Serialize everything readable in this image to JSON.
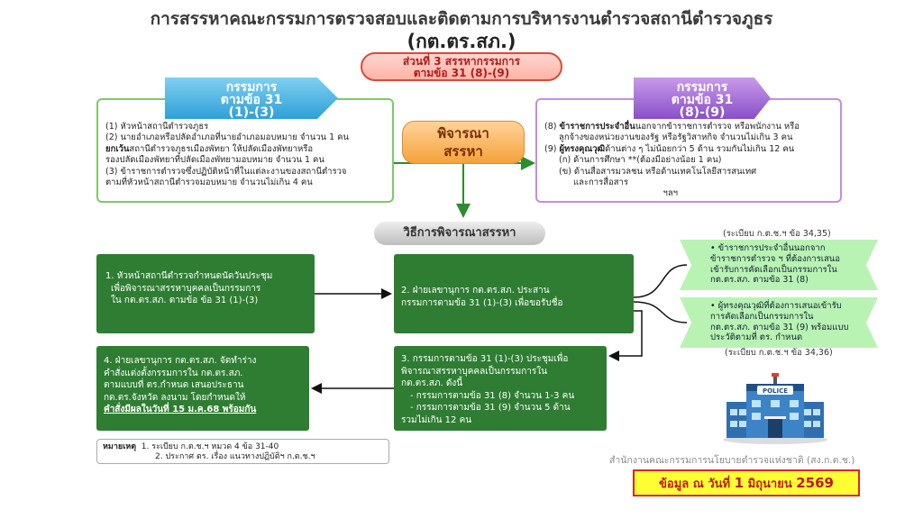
{
  "title": {
    "line1": "การสรรหาคณะกรรมการตรวจสอบและติดตามการบริหารงานตำรวจสถานีตำรวจภูธร",
    "line2": "(กต.ตร.สภ.)"
  },
  "section_pill": {
    "line1": "ส่วนที่ 3 สรรหากรรมการ",
    "line2": "ตามข้อ 31 (8)-(9)"
  },
  "left_header": {
    "line1": "กรรมการ",
    "line2": "ตามข้อ 31",
    "line3": "(1)-(3)"
  },
  "right_header": {
    "line1": "กรรมการ",
    "line2": "ตามข้อ 31",
    "line3": "(8)-(9)"
  },
  "left_box": {
    "l1": "(1) หัวหน้าสถานีตำรวจภูธร",
    "l2": "(2) นายอำเภอหรือปลัดอำเภอที่นายอำเภอมอบหมาย จำนวน 1 คน",
    "l3_bold": "ยกเว้น",
    "l3": "สถานีตำรวจภูธรเมืองพัทยา ให้ปลัดเมืองพัทยาหรือ",
    "l4": "รองปลัดเมืองพัทยาที่ปลัดเมืองพัทยามอบหมาย จำนวน 1 คน",
    "l5": "(3) ข้าราชการตำรวจซึ่งปฏิบัติหน้าที่ในแต่ละงานของสถานีตำรวจ",
    "l6": "ตามที่หัวหน้าสถานีตำรวจมอบหมาย จำนวนไม่เกิน 4 คน"
  },
  "right_box": {
    "l1_pre": "(8) ",
    "l1_bold": "ข้าราชการประจำอื่น",
    "l1": "นอกจากข้าราชการตำรวจ หรือพนักงาน หรือ",
    "l2": "ลูกจ้างของหน่วยงานของรัฐ หรือรัฐวิสาหกิจ จำนวนไม่เกิน 3 คน",
    "l3_pre": "(9) ",
    "l3_bold": "ผู้ทรงคุณวุฒิ",
    "l3": "ด้านต่าง ๆ ไม่น้อยกว่า 5 ด้าน รวมกันไม่เกิน 12 คน",
    "l4": "(ก) ด้านการศึกษา **(ต้องมีอย่างน้อย 1 คน)",
    "l5": "(ข) ด้านสื่อสารมวลชน หรือด้านเทคโนโลยีสารสนเทศ",
    "l6": "และการสื่อสาร",
    "etc": "ฯลฯ"
  },
  "consider": {
    "line1": "พิจารณา",
    "line2": "สรรหา"
  },
  "method_title": "วิธีการพิจารณาสรรหา",
  "reg_top": "(ระเบียบ ก.ต.ช.ฯ ข้อ 34,35)",
  "reg_bottom": "(ระเบียบ ก.ต.ช.ฯ ข้อ 34,36)",
  "step1": {
    "l1": "1. หัวหน้าสถานีตำรวจกำหนดนัดวันประชุม",
    "l2": "เพื่อพิจารณาสรรหาบุคคลเป็นกรรมการ",
    "l3": "ใน กต.ตร.สภ. ตามข้อ ข้อ 31 (1)-(3)"
  },
  "step2": {
    "l1": "2. ฝ่ายเลขานุการ กต.ตร.สภ. ประสาน",
    "l2": "กรรมการตามข้อ 31 (1)-(3) เพื่อขอรับชื่อ"
  },
  "step3": {
    "l1": "3. กรรมการตามข้อ 31 (1)-(3) ประชุมเพื่อ",
    "l2": "พิจารณาสรรหาบุคคลเป็นกรรมการใน",
    "l3": "กต.ตร.สภ. ดังนี้",
    "l4": "- กรรมการตามข้อ 31 (8) จำนวน 1-3 คน",
    "l5": "- กรรมการตามข้อ 31 (9) จำนวน 5 ด้าน",
    "l6": "รวมไม่เกิน 12 คน"
  },
  "step4": {
    "l1": "4. ฝ่ายเลขานุการ กต.ตร.สภ. จัดทำร่าง",
    "l2": "คำสั่งแต่งตั้งกรรมการใน กต.ตร.สภ.",
    "l3": "ตามแบบที่ ตร.กำหนด เสนอประธาน",
    "l4": "กต.ตร.จังหวัด ลงนาม โดยกำหนดให้",
    "l5": "คำสั่งมีผลในวันที่ 15 ม.ค.68 พร้อมกัน"
  },
  "note1": {
    "l1": "ข้าราชการประจำอื่นนอกจาก",
    "l2": "ข้าราชการตำรวจ ฯ ที่ต้องการเสนอ",
    "l3": "เข้ารับการคัดเลือกเป็นกรรมการใน",
    "l4": "กต.ตร.สภ. ตามข้อ 31 (8)"
  },
  "note2": {
    "l1": "ผู้ทรงคุณวุฒิที่ต้องการเสนอเข้ารับ",
    "l2": "การคัดเลือกเป็นกรรมการใน",
    "l3": "กต.ตร.สภ. ตามข้อ 31 (9) พร้อมแบบ",
    "l4": "ประวัติตามที่ ตร. กำหนด"
  },
  "remark": {
    "label": "หมายเหตุ",
    "l1": "1. ระเบียบ ก.ต.ช.ฯ หมวด 4 ข้อ 31-40",
    "l2": "2. ประกาศ ตร. เรื่อง แนวทางปฏิบัติฯ ก.ต.ช.ฯ"
  },
  "office": "สำนักงานคณะกรรมการนโยบายตำรวจแห่งชาติ (สง.ก.ต.ช.)",
  "date_box": {
    "pre": "ข้อมูล ณ วันที่ ",
    "day": "1",
    "mid": " มิถุนายน ",
    "year": "2569"
  },
  "police_sign": "POLICE",
  "colors": {
    "green": "#2e7d32",
    "arrow_green": "#2e8b2e",
    "pill_red": "#d94a3a",
    "blue_header": "#2f9fd8",
    "purple_header": "#8a4fc8",
    "date_yellow": "#ffff33"
  }
}
